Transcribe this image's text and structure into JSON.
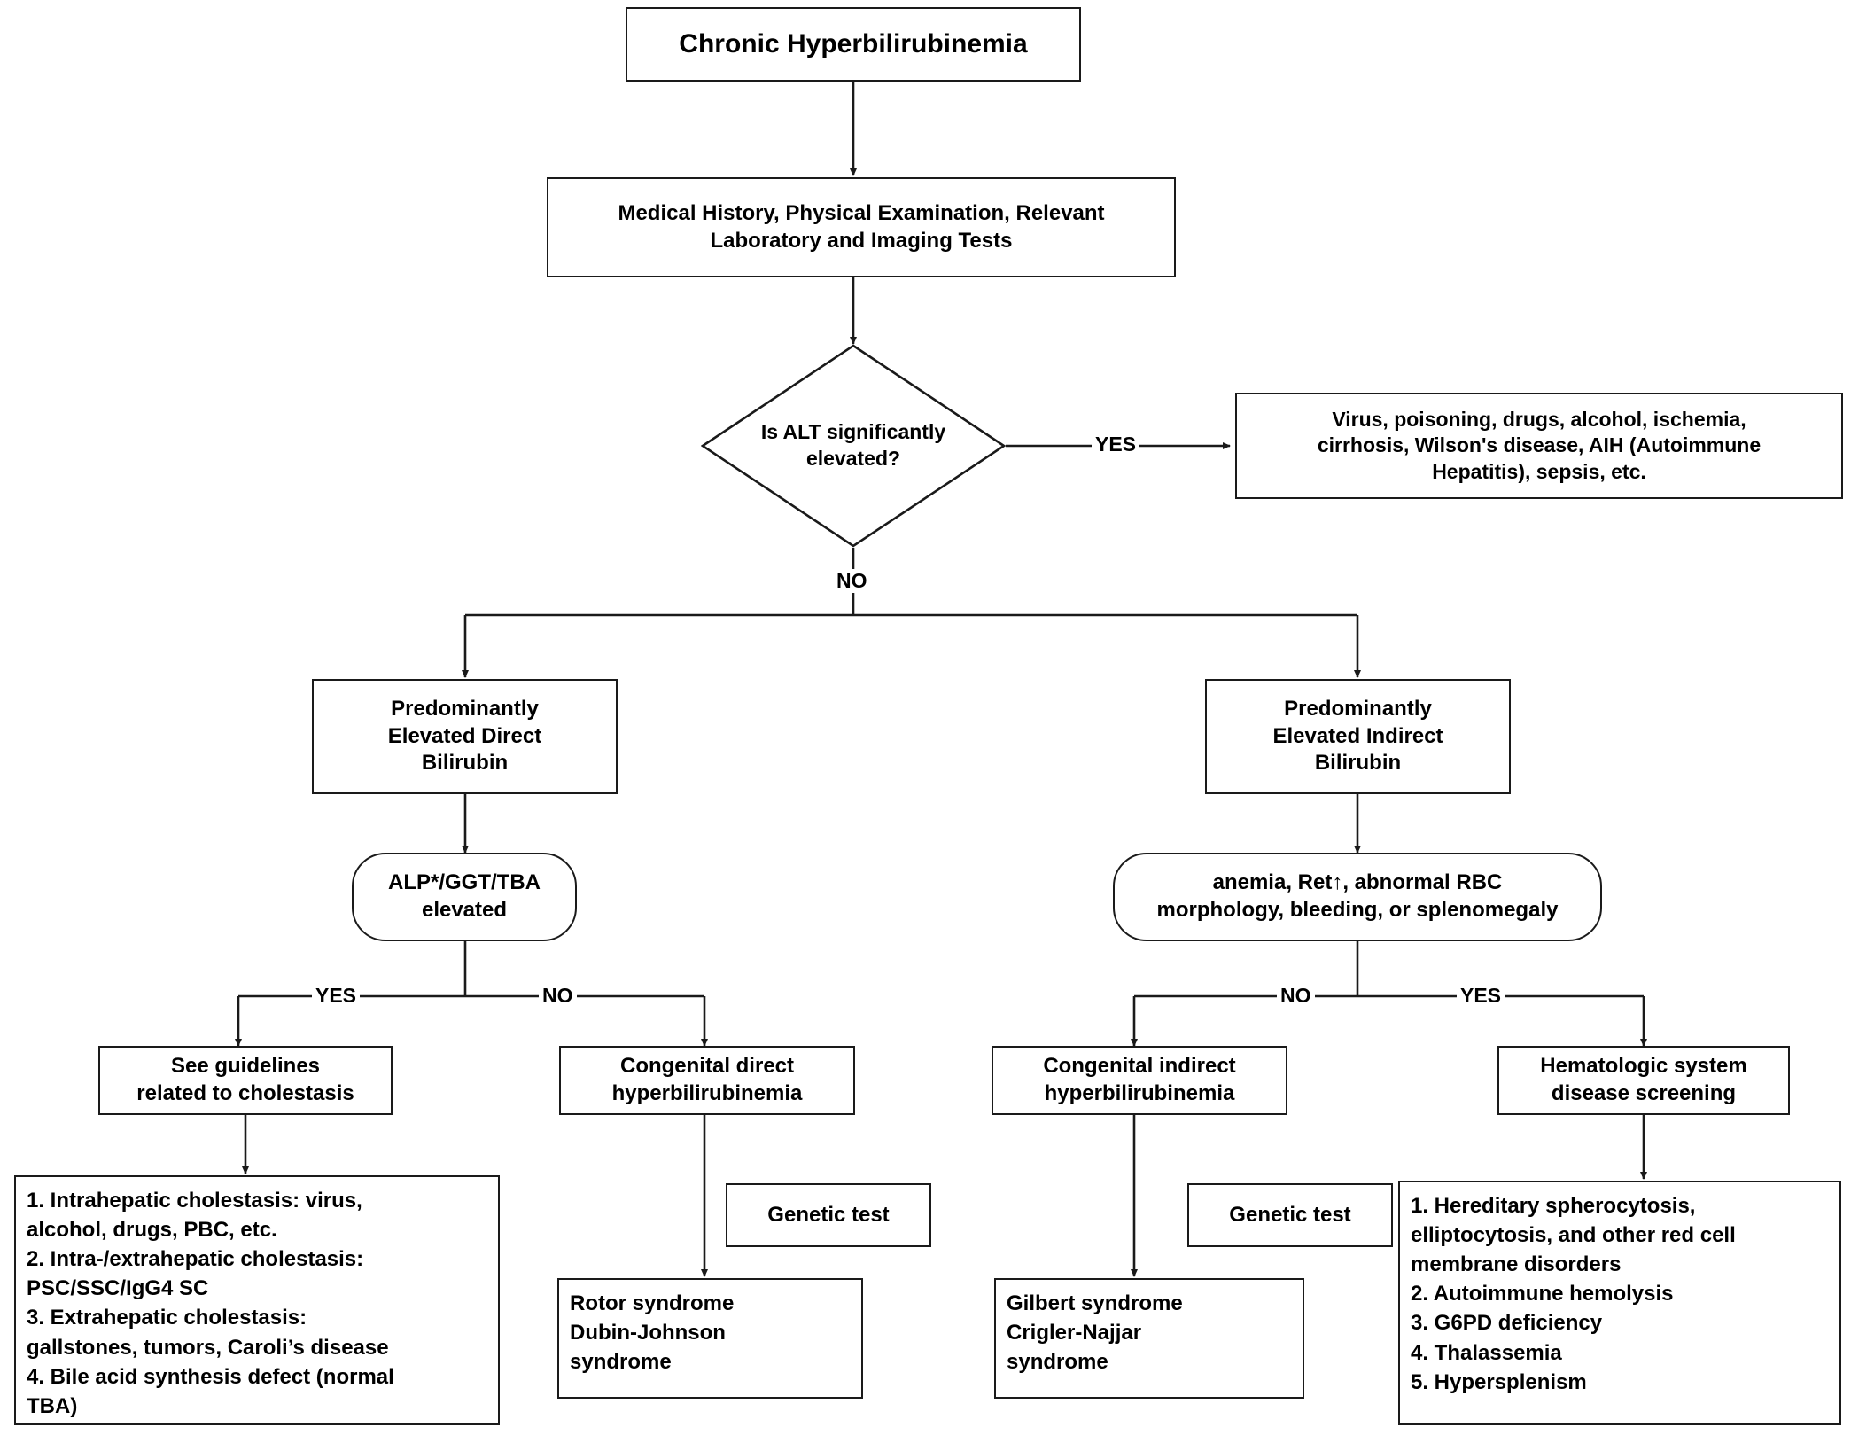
{
  "diagram": {
    "title": "Chronic Hyperbilirubinemia",
    "nodes": {
      "root": "Chronic Hyperbilirubinemia",
      "workup": "Medical History, Physical Examination, Relevant\nLaboratory and Imaging Tests",
      "alt_decision": "Is ALT significantly\nelevated?",
      "alt_yes_causes": "Virus, poisoning, drugs, alcohol, ischemia,\ncirrhosis, Wilson's disease, AIH (Autoimmune\nHepatitis), sepsis, etc.",
      "direct_bili": "Predominantly\nElevated Direct\nBilirubin",
      "indirect_bili": "Predominantly\nElevated Indirect\nBilirubin",
      "alp_ggt_tba": "ALP*/GGT/TBA\nelevated",
      "hemolysis_signs": "anemia, Ret↑, abnormal RBC\nmorphology, bleeding, or splenomegaly",
      "cholestasis_guidelines": "See guidelines\nrelated to cholestasis",
      "congenital_direct": "Congenital direct\nhyperbilirubinemia",
      "congenital_indirect": "Congenital indirect\nhyperbilirubinemia",
      "hematologic_screening": "Hematologic system\ndisease screening",
      "cholestasis_list": "1. Intrahepatic cholestasis: virus,\nalcohol, drugs, PBC, etc.\n2. Intra-/extrahepatic cholestasis:\nPSC/SSC/IgG4 SC\n3. Extrahepatic cholestasis:\ngallstones, tumors, Caroli’s disease\n4. Bile acid synthesis defect (normal\nTBA)",
      "genetic_test_left": "Genetic test",
      "genetic_test_right": "Genetic test",
      "rotor_dubin": "Rotor syndrome\nDubin-Johnson\nsyndrome",
      "gilbert_crigler": "Gilbert syndrome\nCrigler-Najjar\nsyndrome",
      "hematologic_list": "1. Hereditary spherocytosis,\nelliptocytosis, and other red cell\nmembrane disorders\n2. Autoimmune hemolysis\n3. G6PD deficiency\n4. Thalassemia\n5. Hypersplenism"
    },
    "edge_labels": {
      "alt_yes": "YES",
      "alt_no": "NO",
      "alp_yes": "YES",
      "alp_no": "NO",
      "hem_no": "NO",
      "hem_yes": "YES"
    },
    "colors": {
      "stroke": "#1a1a1a",
      "background": "#ffffff",
      "text": "#000000"
    }
  }
}
